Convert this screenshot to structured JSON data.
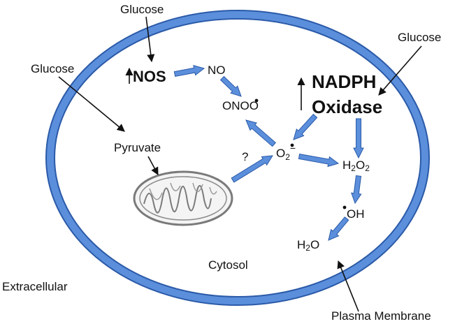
{
  "labels": {
    "glucose_top": "Glucose",
    "glucose_left": "Glucose",
    "glucose_right": "Glucose",
    "nos": "NOS",
    "no": "NO",
    "onoo": "ONOO",
    "nadph": "NADPH",
    "oxidase": "Oxidase",
    "pyruvate": "Pyruvate",
    "question": "?",
    "superoxide_o": "O",
    "superoxide_sub": "2",
    "superoxide_sup": "−",
    "h2o2_h": "H",
    "h2o2_sub1": "2",
    "h2o2_o": "O",
    "h2o2_sub2": "2",
    "oh": "OH",
    "h2o_h": "H",
    "h2o_sub": "2",
    "h2o_o": "O",
    "cytosol": "Cytosol",
    "extracellular": "Extracellular",
    "plasma_membrane": "Plasma Membrane"
  },
  "colors": {
    "membrane": "#4a7fd4",
    "membrane_edge": "#2b5aa8",
    "blue_arrow": "#5b8fdc",
    "black_arrow": "#111111",
    "mitochondrion": "#7a7a7a"
  },
  "icons": {
    "up_arrow_nos": "up-arrow",
    "up_arrow_nadph": "up-arrow",
    "radical_dot": "radical-dot"
  }
}
